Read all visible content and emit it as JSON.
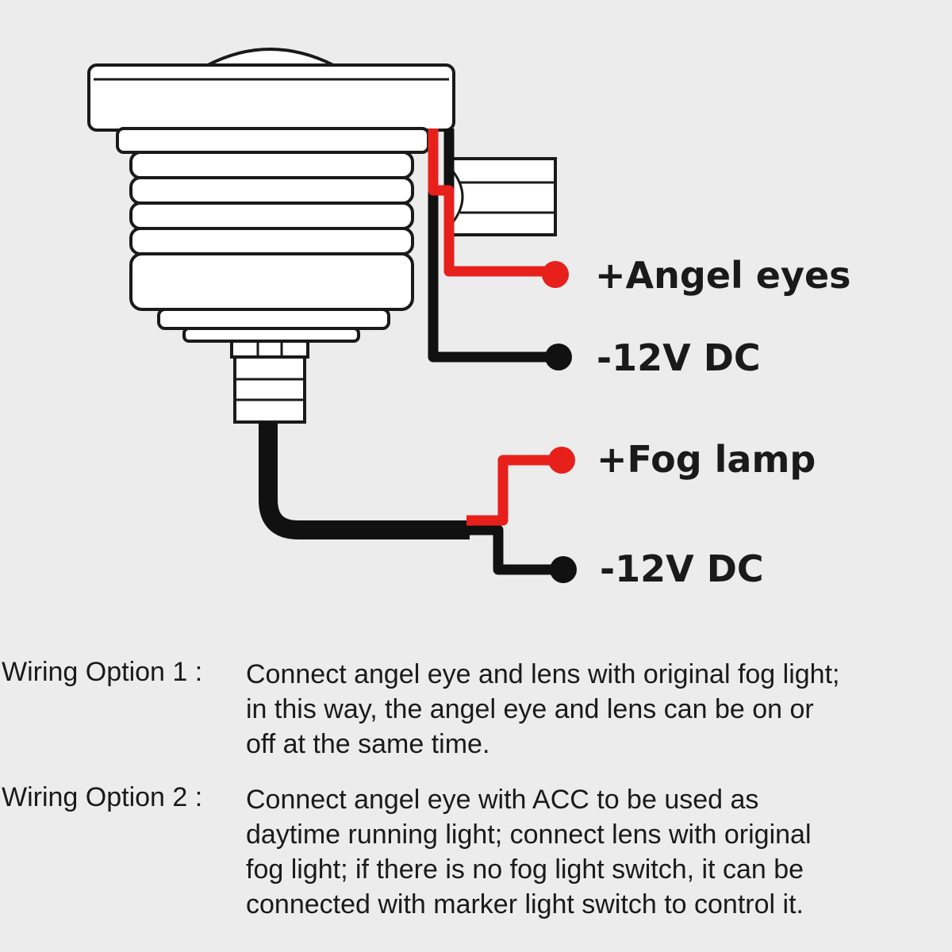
{
  "terminals": [
    {
      "id": "angel-positive",
      "label": "+Angel eyes",
      "color": "#e8201c"
    },
    {
      "id": "angel-negative",
      "label": "-12V DC",
      "color": "#111111"
    },
    {
      "id": "fog-positive",
      "label": "+Fog lamp",
      "color": "#e8201c"
    },
    {
      "id": "fog-negative",
      "label": "-12V DC",
      "color": "#111111"
    }
  ],
  "options": [
    {
      "heading": "Wiring Option 1 :",
      "lines": [
        "Connect angel eye and lens with original fog light;",
        "in this way, the angel eye and lens can be on or",
        "off at the same time."
      ]
    },
    {
      "heading": "Wiring Option 2 :",
      "lines": [
        "Connect angel eye with ACC to be used as",
        "daytime running light; connect lens with original",
        "fog light; if there is no fog light switch, it can be",
        "connected with marker light switch to control it."
      ]
    }
  ]
}
